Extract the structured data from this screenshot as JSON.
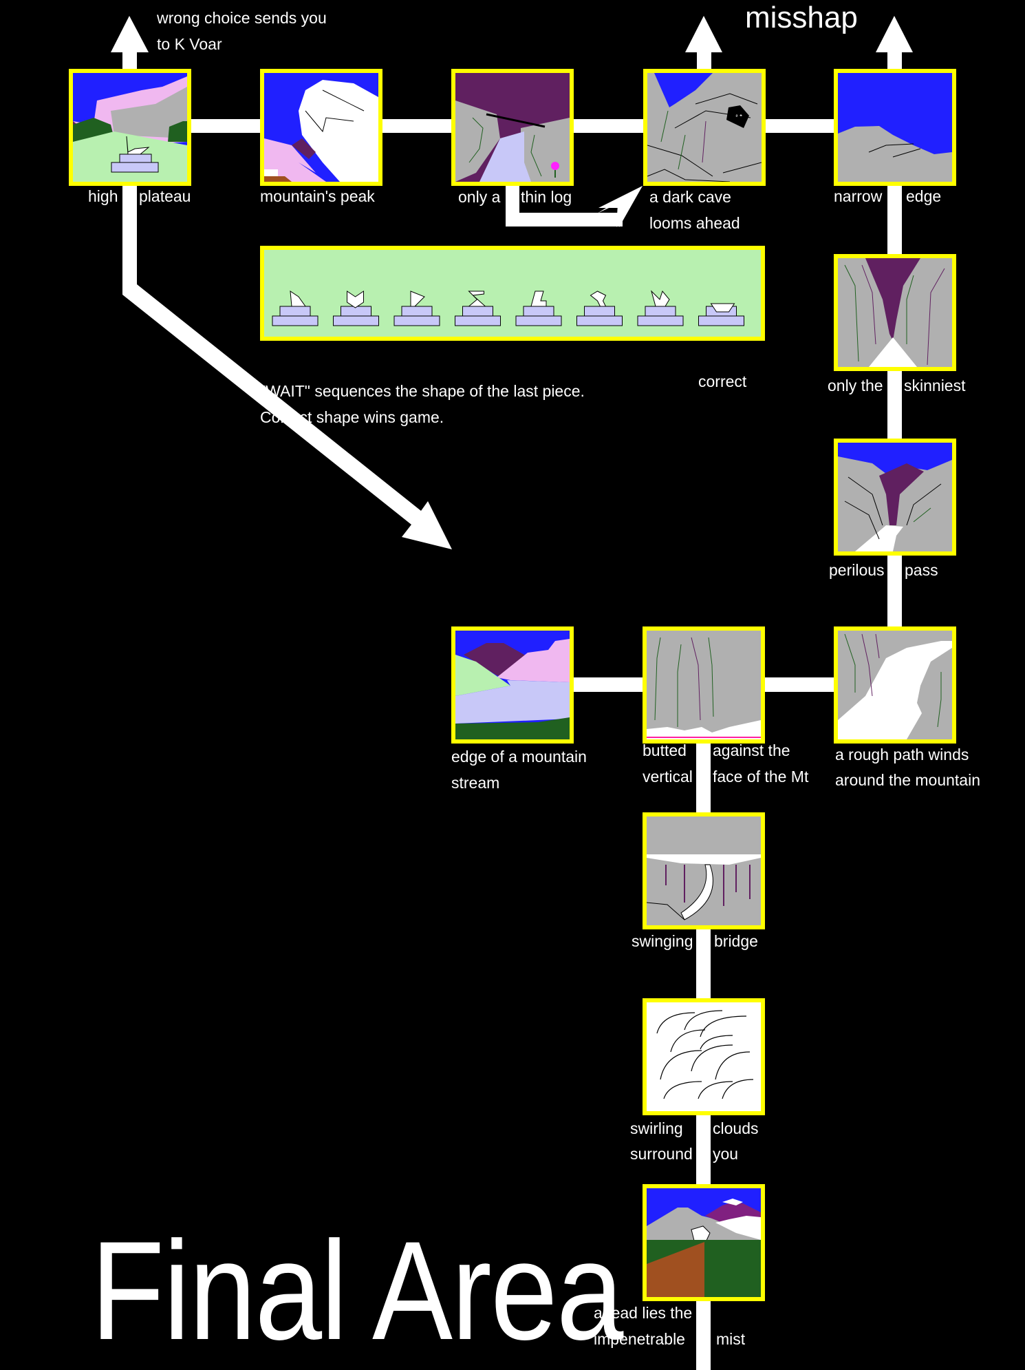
{
  "title": "Final Area",
  "annotations": {
    "wrong_choice": [
      "wrong choice sends you",
      "to K Voar"
    ],
    "misshap": "misshap",
    "wait_note": [
      "\"WAIT\" sequences the shape of the last piece.",
      "Correct shape wins game."
    ],
    "correct": "correct"
  },
  "colors": {
    "tile_border": "#ffff00",
    "path": "#ffffff",
    "background": "#000000",
    "sky": "#2020ff",
    "rock": "#c0c0c0",
    "purple": "#602060",
    "pink": "#f0b8f0",
    "grass": "#b8f0b0",
    "forest": "#206020",
    "water": "#c8c8f8",
    "dirt": "#a05020"
  },
  "scenes": [
    {
      "id": "high-plateau",
      "labels": [
        "high",
        "plateau"
      ]
    },
    {
      "id": "mountains-peak",
      "labels": [
        "mountain's peak"
      ]
    },
    {
      "id": "thin-log",
      "labels": [
        "only a",
        "thin log"
      ]
    },
    {
      "id": "dark-cave",
      "labels": [
        "a dark cave",
        "looms ahead"
      ]
    },
    {
      "id": "narrow-edge",
      "labels": [
        "narrow",
        "edge"
      ]
    },
    {
      "id": "skinniest",
      "labels": [
        "only the",
        "skinniest"
      ]
    },
    {
      "id": "perilous-pass",
      "labels": [
        "perilous",
        "pass"
      ]
    },
    {
      "id": "rough-path",
      "labels": [
        "a rough path winds",
        "around the mountain"
      ]
    },
    {
      "id": "vertical-face",
      "labels": [
        "butted",
        "against the",
        "vertical",
        "face of the Mt"
      ]
    },
    {
      "id": "mountain-stream",
      "labels": [
        "edge of a mountain",
        "stream"
      ]
    },
    {
      "id": "swinging-bridge",
      "labels": [
        "swinging",
        "bridge"
      ]
    },
    {
      "id": "swirling-clouds",
      "labels": [
        "swirling",
        "clouds",
        "surround",
        "you"
      ]
    },
    {
      "id": "impenetrable-mist",
      "labels": [
        "ahead lies the",
        "impenetrable",
        "mist"
      ]
    }
  ],
  "wait_pieces": {
    "count": 8,
    "correct_index": 7
  }
}
